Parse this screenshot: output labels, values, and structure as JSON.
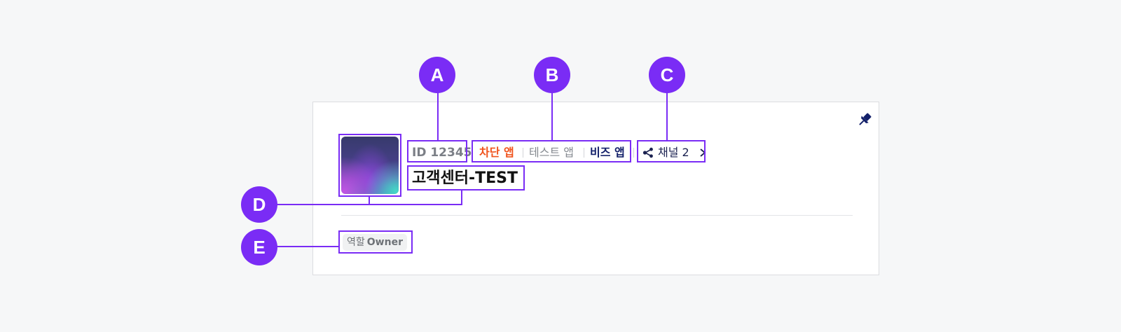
{
  "card": {
    "pin_icon": "pin-icon",
    "app_id": "ID 12345",
    "tags": {
      "blocked": "차단 앱",
      "test": "테스트 앱",
      "biz": "비즈 앱"
    },
    "channel": {
      "icon": "share-icon",
      "label": "채널 2",
      "chevron": "chevron-right-icon"
    },
    "title": "고객센터-TEST",
    "role": {
      "label": "역할",
      "value": "Owner"
    }
  },
  "callouts": {
    "a": "A",
    "b": "B",
    "c": "C",
    "d": "D",
    "e": "E"
  },
  "colors": {
    "annotation": "#7a2cf5",
    "blocked": "#f0531c",
    "biz": "#13206a",
    "pin": "#13206a"
  }
}
